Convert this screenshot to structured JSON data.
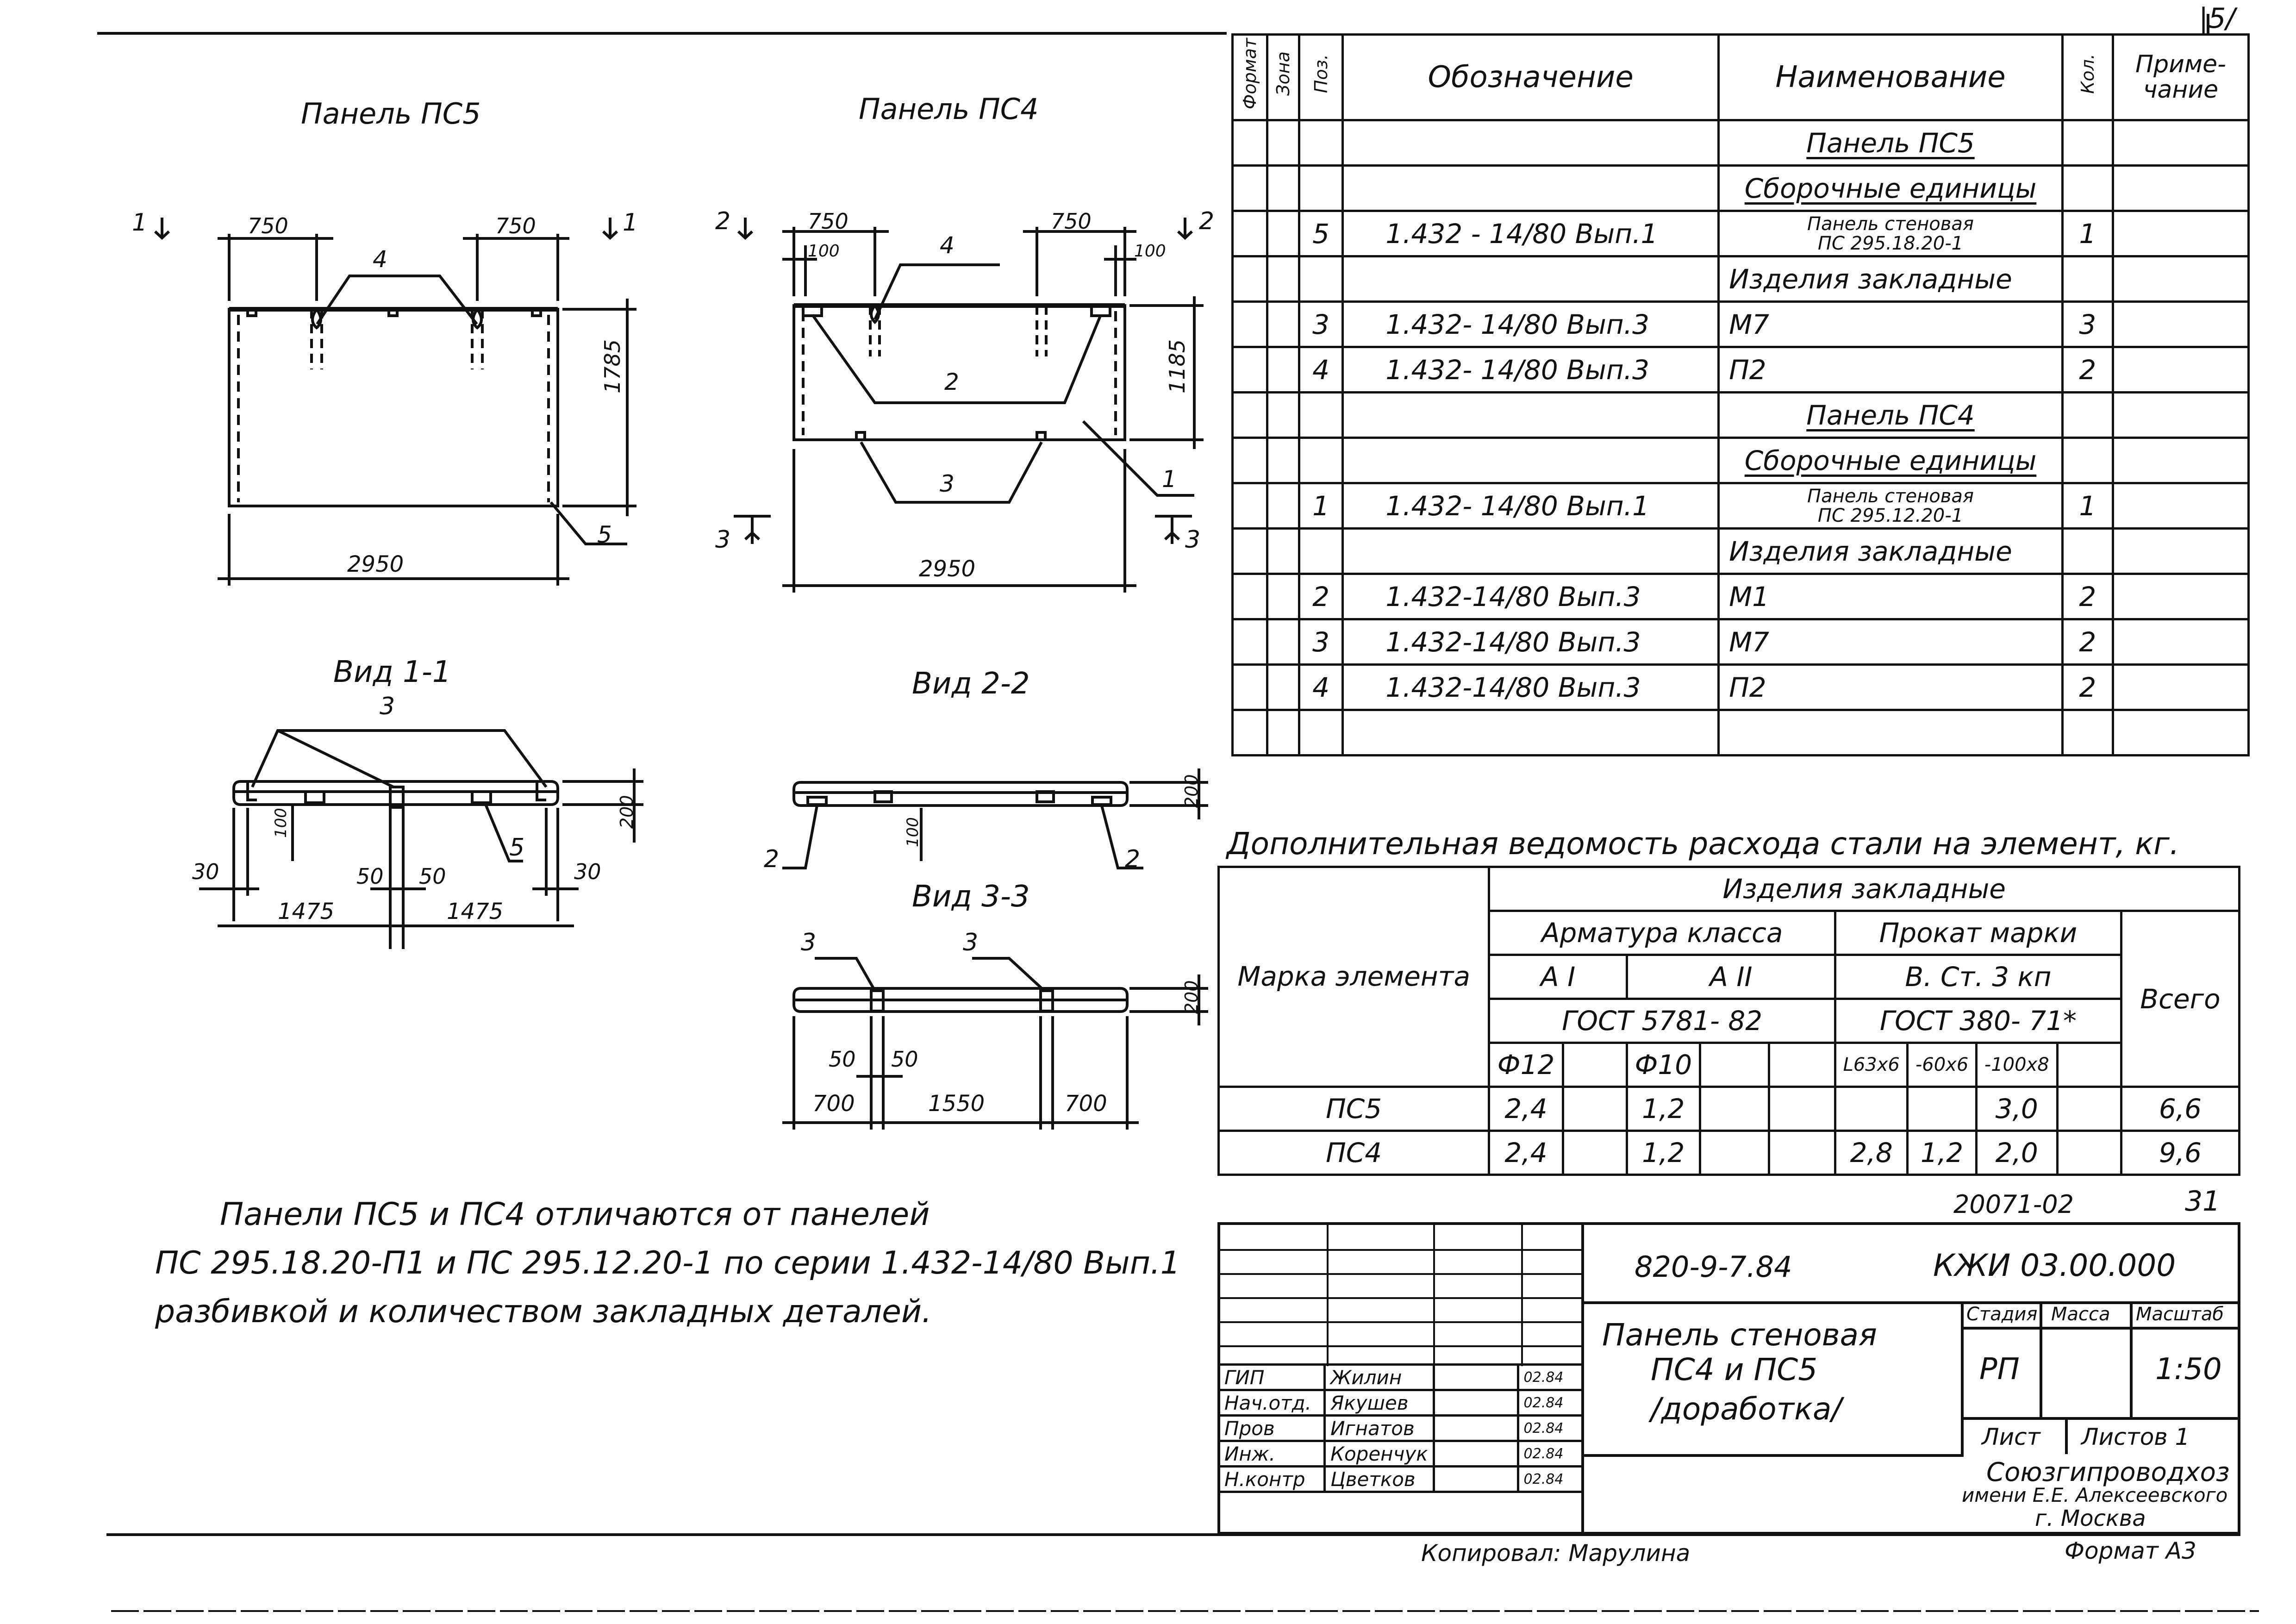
{
  "page_number": "31",
  "sheet_mark": "|5/",
  "drawings": {
    "panel_ps5": {
      "title": "Панель ПС5",
      "dims": {
        "left": "750",
        "right": "750",
        "height": "1785",
        "width": "2950"
      },
      "callouts": {
        "embedded": "4",
        "panel": "5"
      },
      "section_markers": {
        "left": "1",
        "right": "1"
      }
    },
    "panel_ps4": {
      "title": "Панель ПС4",
      "dims": {
        "left": "750",
        "right": "750",
        "left_small": "100",
        "right_small": "100",
        "height": "1185",
        "width": "2950"
      },
      "callouts": {
        "top": "4",
        "middle": "2",
        "bottom": "3",
        "panel": "1"
      },
      "section_markers": {
        "top_left": "2",
        "top_right": "2",
        "bottom_left": "3",
        "bottom_right": "3"
      }
    },
    "view_1_1": {
      "title": "Вид 1-1",
      "callouts": {
        "top": "3",
        "panel": "5"
      },
      "dims": {
        "d30_left": "30",
        "d50_left": "50",
        "d50_right": "50",
        "d30_right": "30",
        "d1475_left": "1475",
        "d1475_right": "1475",
        "d100": "100",
        "d200": "200"
      }
    },
    "view_2_2": {
      "title": "Вид 2-2",
      "callouts": {
        "left": "2",
        "right": "2"
      },
      "dims": {
        "d100": "100",
        "d200": "200"
      }
    },
    "view_3_3": {
      "title": "Вид 3-3",
      "callouts": {
        "left": "3",
        "right": "3"
      },
      "dims": {
        "d50_left": "50",
        "d50_right": "50",
        "d700_left": "700",
        "d1550": "1550",
        "d700_right": "700",
        "d200": "200"
      }
    }
  },
  "spec_table": {
    "headers": {
      "format": "Формат",
      "zone": "Зона",
      "pos": "Поз.",
      "designation": "Обозначение",
      "name": "Наименование",
      "qty": "Кол.",
      "note": "Приме-чание"
    },
    "rows": [
      {
        "pos": "",
        "designation": "",
        "name": "Панель ПС5",
        "qty": "",
        "underline": true
      },
      {
        "pos": "",
        "designation": "",
        "name": "Сборочные единицы",
        "qty": "",
        "underline": true
      },
      {
        "pos": "5",
        "designation": "1.432 - 14/80 Вып.1",
        "name": "Панель стеновая",
        "name2": "ПС 295.18.20-1",
        "qty": "1"
      },
      {
        "pos": "",
        "designation": "",
        "name": "Изделия закладные",
        "qty": ""
      },
      {
        "pos": "3",
        "designation": "1.432- 14/80 Вып.3",
        "name": "М7",
        "qty": "3"
      },
      {
        "pos": "4",
        "designation": "1.432- 14/80 Вып.3",
        "name": "П2",
        "qty": "2"
      },
      {
        "pos": "",
        "designation": "",
        "name": "Панель ПС4",
        "qty": "",
        "underline": true
      },
      {
        "pos": "",
        "designation": "",
        "name": "Сборочные единицы",
        "qty": "",
        "underline": true
      },
      {
        "pos": "1",
        "designation": "1.432- 14/80 Вып.1",
        "name": "Панель стеновая",
        "name2": "ПС 295.12.20-1",
        "qty": "1"
      },
      {
        "pos": "",
        "designation": "",
        "name": "Изделия закладные",
        "qty": ""
      },
      {
        "pos": "2",
        "designation": "1.432-14/80 Вып.3",
        "name": "М1",
        "qty": "2"
      },
      {
        "pos": "3",
        "designation": "1.432-14/80 Вып.3",
        "name": "М7",
        "qty": "2"
      },
      {
        "pos": "4",
        "designation": "1.432-14/80 Вып.3",
        "name": "П2",
        "qty": "2"
      },
      {
        "pos": "",
        "designation": "",
        "name": "",
        "qty": ""
      }
    ]
  },
  "steel": {
    "title": "Дополнительная ведомость расхода стали на элемент, кг.",
    "col_mark": "Марка элемента",
    "group": "Изделия закладные",
    "rebar": "Арматура класса",
    "rolled": "Прокат марки",
    "total": "Всего",
    "class_a1": "А I",
    "class_a2": "А II",
    "grade": "В. Ст. 3 кп",
    "gost_rebar": "ГОСТ 5781- 82",
    "gost_rolled": "ГОСТ 380- 71*",
    "diameters": [
      "Ф12",
      "",
      "Ф10",
      "",
      "",
      "L63х6",
      "-60х6",
      "-100х8",
      ""
    ],
    "rows": [
      {
        "mark": "ПС5",
        "cells": [
          "2,4",
          "",
          "1,2",
          "",
          "",
          "",
          "",
          "3,0",
          ""
        ],
        "total": "6,6"
      },
      {
        "mark": "ПС4",
        "cells": [
          "2,4",
          "",
          "1,2",
          "",
          "",
          "2,8",
          "1,2",
          "2,0",
          ""
        ],
        "total": "9,6"
      }
    ]
  },
  "note": [
    "Панели  ПС5  и ПС4 отличаются  от панелей",
    "ПС 295.18.20-П1 и  ПС 295.12.20-1  по серии  1.432-14/80 Вып.1",
    "разбивкой  и количеством  закладных деталей."
  ],
  "stamp": {
    "project_code": "20071-02",
    "series": "820-9-7.84",
    "doc_code": "КЖИ 03.00.000",
    "title": [
      "Панель стеновая",
      "ПС4 и ПС5",
      "/доработка/"
    ],
    "stage_h": "Стадия",
    "mass_h": "Масса",
    "scale_h": "Масштаб",
    "stage": "РП",
    "mass": "",
    "scale": "1:50",
    "sheet_h": "Лист",
    "sheets_h": "Листов 1",
    "org": [
      "Союзгипроводхоз",
      "имени Е.Е. Алексеевского",
      "г. Москва"
    ],
    "signers": [
      {
        "role": "ГИП",
        "name": "Жилин",
        "date": "02.84"
      },
      {
        "role": "Нач.отд.",
        "name": "Якушев",
        "date": "02.84"
      },
      {
        "role": "Пров",
        "name": "Игнатов",
        "date": "02.84"
      },
      {
        "role": "Инж.",
        "name": "Коренчук",
        "date": "02.84"
      },
      {
        "role": "Н.контр",
        "name": "Цветков",
        "date": "02.84"
      }
    ]
  },
  "footer": {
    "copied": "Копировал: Марулина",
    "format": "Формат А3"
  }
}
